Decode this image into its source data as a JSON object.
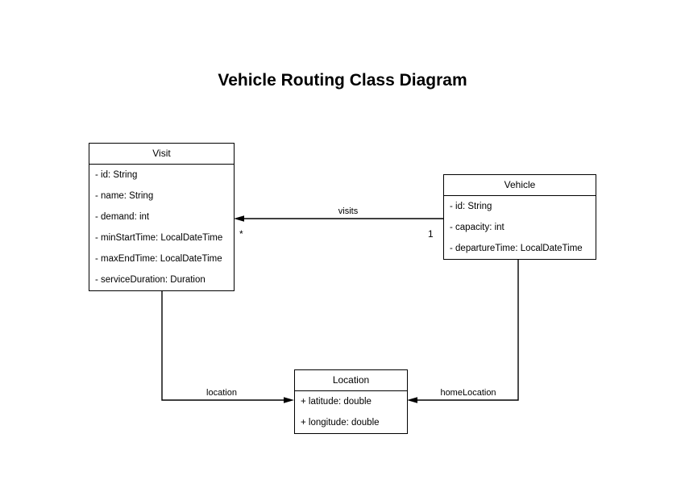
{
  "title": "Vehicle Routing Class Diagram",
  "classes": [
    {
      "name": "Visit",
      "attributes": [
        "- id: String",
        "- name: String",
        "- demand: int",
        "- minStartTime: LocalDateTime",
        "- maxEndTime: LocalDateTime",
        "- serviceDuration: Duration"
      ]
    },
    {
      "name": "Vehicle",
      "attributes": [
        "- id: String",
        "- capacity: int",
        "- departureTime: LocalDateTime"
      ]
    },
    {
      "name": "Location",
      "attributes": [
        "+ latitude: double",
        "+ longitude: double"
      ]
    }
  ],
  "relationships": [
    {
      "label": "visits",
      "from": "Vehicle",
      "to": "Visit",
      "source_multiplicity": "1",
      "target_multiplicity": "*",
      "arrow_at": "Visit"
    },
    {
      "label": "location",
      "from": "Visit",
      "to": "Location",
      "arrow_at": "Location"
    },
    {
      "label": "homeLocation",
      "from": "Vehicle",
      "to": "Location",
      "arrow_at": "Location"
    }
  ],
  "colors": {
    "background": "#ffffff",
    "line": "#000000",
    "box_border": "#000000",
    "box_fill": "#ffffff",
    "text": "#000000"
  }
}
